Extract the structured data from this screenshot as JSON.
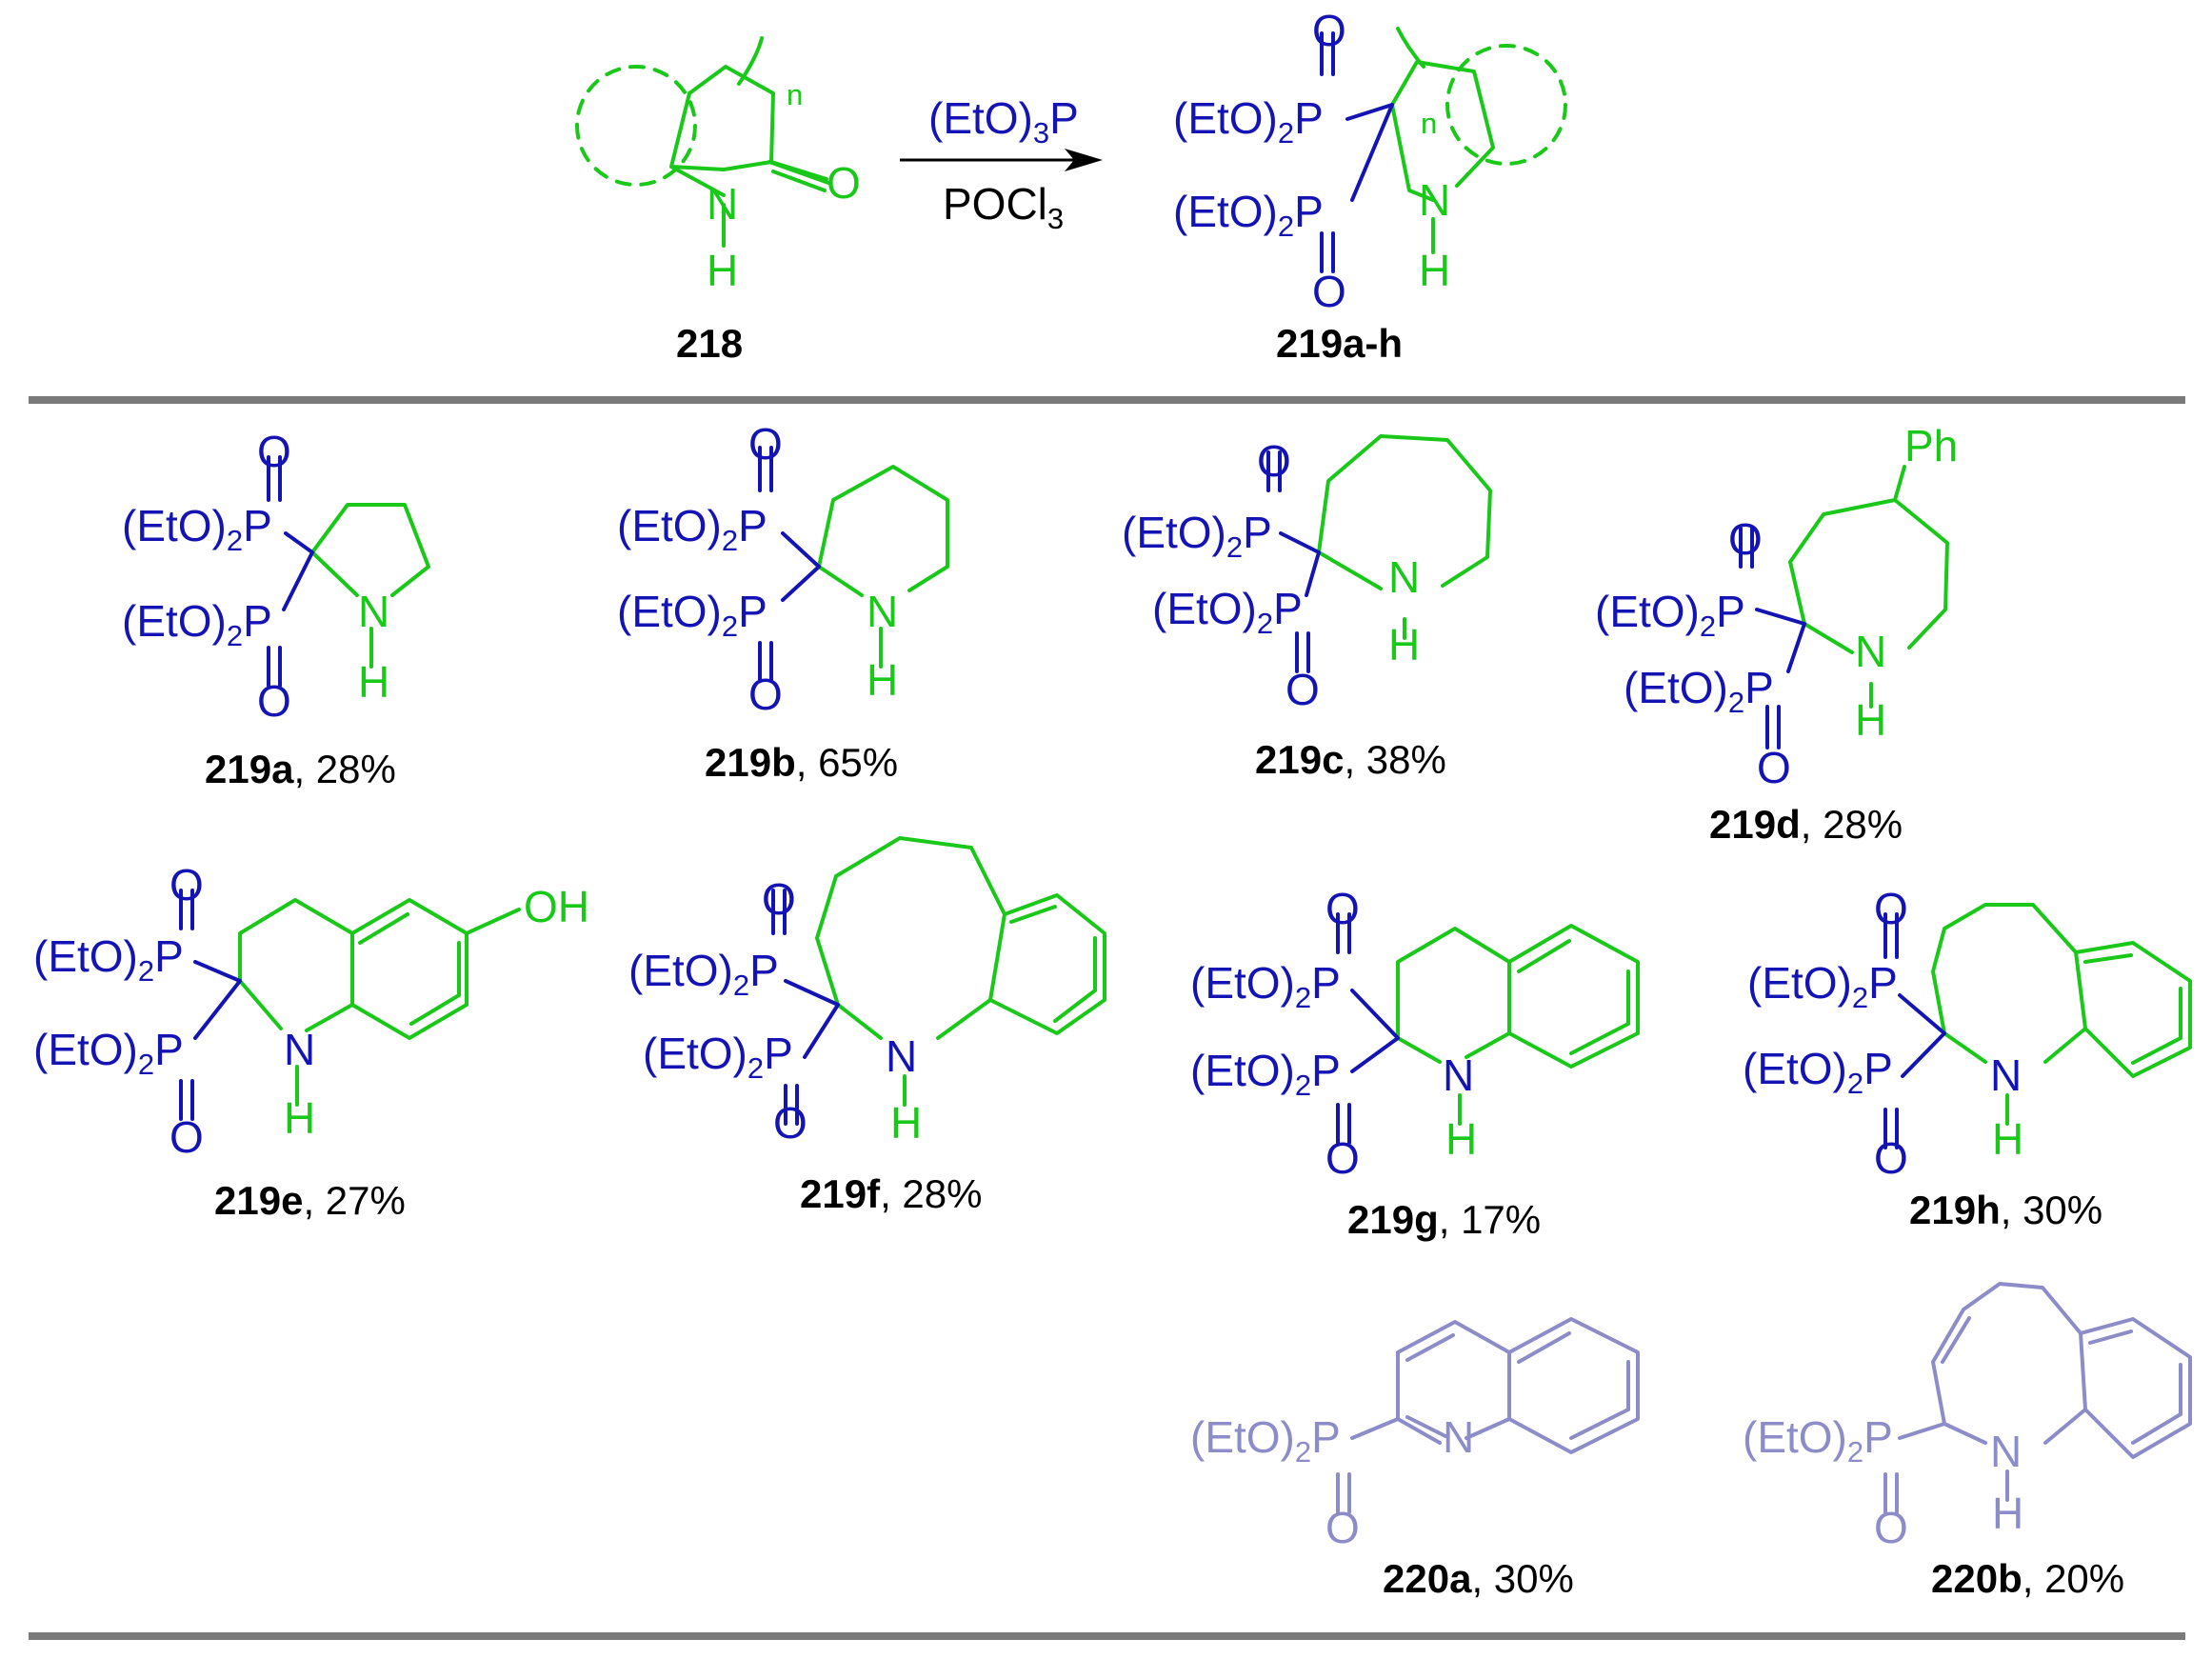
{
  "scheme": {
    "reaction": {
      "reagent_top": "(EtO)",
      "reagent_top_sub": "3",
      "reagent_top_end": "P",
      "reagent_bottom": "POCl",
      "reagent_bottom_sub": "3"
    },
    "atoms": {
      "N": "N",
      "H": "H",
      "O": "O",
      "P": "P",
      "n": "n",
      "etO": "(EtO)",
      "sub2": "2",
      "Ph": "Ph",
      "OH": "OH"
    },
    "compounds": [
      {
        "id": "218",
        "yield": ""
      },
      {
        "id": "219a-h",
        "yield": ""
      },
      {
        "id": "219a",
        "yield": ", 28%"
      },
      {
        "id": "219b",
        "yield": ", 65%"
      },
      {
        "id": "219c",
        "yield": ", 38%"
      },
      {
        "id": "219d",
        "yield": ", 28%"
      },
      {
        "id": "219e",
        "yield": ", 27%"
      },
      {
        "id": "219f",
        "yield": ", 28%"
      },
      {
        "id": "219g",
        "yield": ", 17%"
      },
      {
        "id": "219h",
        "yield": ", 30%"
      },
      {
        "id": "220a",
        "yield": ", 30%"
      },
      {
        "id": "220b",
        "yield": ", 20%"
      }
    ],
    "colors": {
      "ring": "#19c819",
      "phosphonate": "#1414b4",
      "byproduct": "#8c8cc8",
      "rule": "#7a7a7a"
    }
  }
}
